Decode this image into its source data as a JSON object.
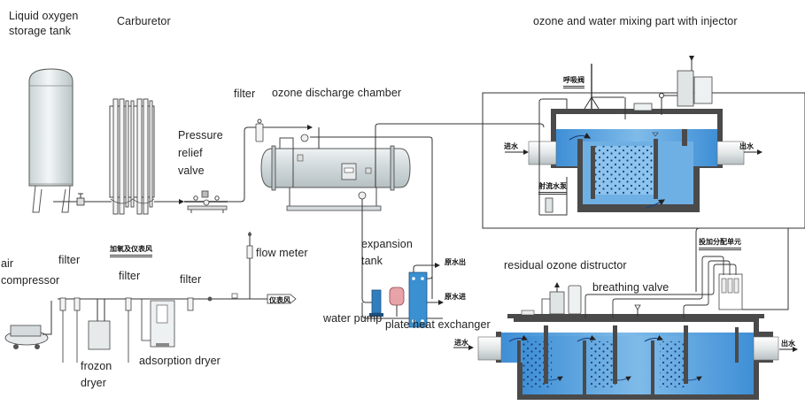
{
  "title": "Ozone generator water treatment system process flow",
  "labels": {
    "liquid_oxygen_tank": "Liquid oxygen storage tank",
    "carburetor": "Carburetor",
    "filter_top": "filter",
    "ozone_discharge_chamber": "ozone discharge chamber",
    "pressure_relief_valve": "Pressure relief valve",
    "mixing_part": "ozone and water mixing part with injector",
    "air_compressor": "air compressor",
    "filter_1": "filter",
    "filter_2": "filter",
    "filter_3": "filter",
    "frozon_dryer": "frozon dryer",
    "adsorption_dryer": "adsorption dryer",
    "flow_meter": "flow meter",
    "expansion_tank": "expansion tank",
    "water_pump": "water pump",
    "plate_heat_exchanger": "plate heat exchanger",
    "residual_ozone_distructor": "residual ozone distructor",
    "breathing_valve": "breathing valve"
  },
  "chinese_labels": {
    "breathing_valve_cn": "呼吸阀",
    "water_in_top": "进水",
    "water_out_top": "出水",
    "jet_pump": "射流水泵",
    "oxygen_and_instrument_air": "加氧及仪表风",
    "instrument_air": "仪表风",
    "cooling_water_out": "原水出",
    "cooling_water_in": "原水进",
    "dosing_distribution_unit": "投加分配单元",
    "water_in_bottom": "进水",
    "water_out_bottom": "出水"
  },
  "colors": {
    "water": "#4f9fdc",
    "water_light": "#8cc4ee",
    "tank_wall": "#4a4a4a",
    "equipment": "#d9dfe1",
    "pump": "#2f7fc0",
    "expansion_tank": "#e8a3a8",
    "heat_exchanger": "#3a90d0",
    "pipe": "#333333"
  }
}
